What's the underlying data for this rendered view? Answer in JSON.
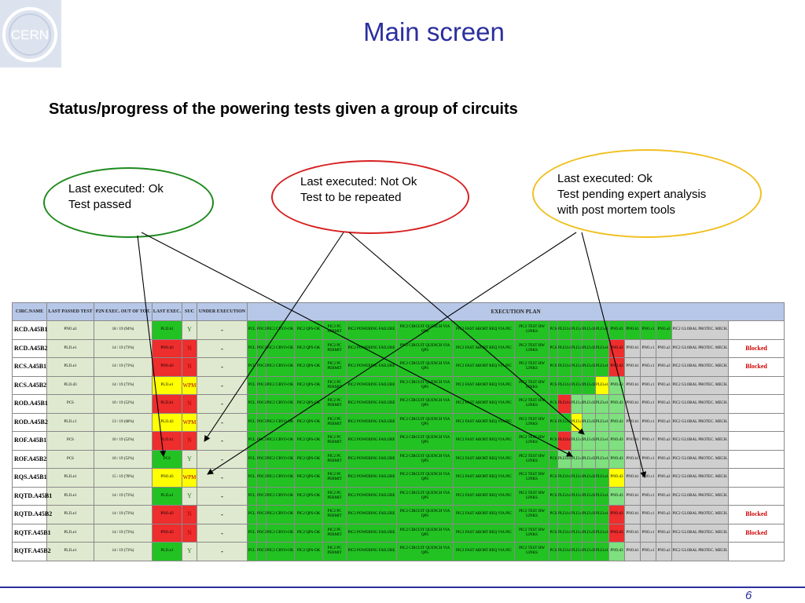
{
  "header": {
    "logo_text": "CERN",
    "title": "Main screen",
    "subtitle": "Status/progress of the powering tests given a group of circuits"
  },
  "callouts": [
    {
      "line1": "Last executed: Ok",
      "line2": "Test passed",
      "line3": "",
      "color": "#1e8a1e"
    },
    {
      "line1": "Last executed:  Not Ok",
      "line2": "Test to be repeated",
      "line3": "",
      "color": "#d62020"
    },
    {
      "line1": "Last executed:  Ok",
      "line2": "Test pending expert analysis",
      "line3": "with post mortem tools",
      "color": "#f0c020"
    }
  ],
  "table": {
    "headers": {
      "name": "CIRC.NAME",
      "last_passed": "LAST PASSED TEST",
      "p2n": "P2N EXEC. OUT OF TOT.",
      "last_exec": "LAST EXEC.",
      "suc": "SUC",
      "under": "UNDER EXECUTION",
      "plan": "EXECUTION PLAN"
    },
    "plan_steps": [
      "PCL",
      "POC3",
      "PIC2 CRYO-OK",
      "PIC2 QPS-OK",
      "PIC2 PC PERMIT",
      "PIC2 POWERING FAILURE",
      "PIC2 CIRCUIT QUENCH VIA QPS",
      "PIC2 FAST ABORT REQ VIA PIC",
      "PIC2 TEST HW LINKS",
      "PCS",
      "PLI3.b1",
      "PLI3.c1",
      "PLI3.d3",
      "PLI3.e1",
      "PNO.d3",
      "PNO.b1",
      "PNO.c1",
      "PNO.a3",
      "PIC2 GLOBAL PROTEC. MECH."
    ],
    "rows": [
      {
        "name": "RCD.A45B1",
        "last_passed": "PNO.a3",
        "p2n": "18 / 19 (94%)",
        "last_exec": "PLI3.b1",
        "suc": "Y",
        "under": "-",
        "blocked": "",
        "states": "GGGGGGGGGGGGGGGGGGX"
      },
      {
        "name": "RCD.A45B2",
        "last_passed": "PLI3.e1",
        "p2n": "14 / 19 (73%)",
        "last_exec": "PNO.d3",
        "suc": "N",
        "under": "-",
        "blocked": "Blocked",
        "states": "GGGGGGGGGGGGGGRXXXX"
      },
      {
        "name": "RCS.A45B1",
        "last_passed": "PLI3.e1",
        "p2n": "14 / 19 (73%)",
        "last_exec": "PNO.d3",
        "suc": "N",
        "under": "-",
        "blocked": "Blocked",
        "states": "GGGGGGGGGGGGGGRXXXX"
      },
      {
        "name": "RCS.A45B2",
        "last_passed": "PLI3.d3",
        "p2n": "14 / 19 (73%)",
        "last_exec": "PLI3.e1",
        "suc": "WPM",
        "under": "-",
        "blocked": "",
        "states": "GGGGGGGGGGGGGYXXXXX"
      },
      {
        "name": "ROD.A45B1",
        "last_passed": "PCS",
        "p2n": "10 / 19 (52%)",
        "last_exec": "PLI3.b1",
        "suc": "N",
        "under": "-",
        "blocked": "",
        "states": "GGGGGGGGGGRXXXXXXXX"
      },
      {
        "name": "ROD.A45B2",
        "last_passed": "PLI3.c1",
        "p2n": "13 / 19 (68%)",
        "last_exec": "PLI3.d3",
        "suc": "WPM",
        "under": "-",
        "blocked": "",
        "states": "GGGGGGGGGGGYXXXXXXX"
      },
      {
        "name": "ROF.A45B1",
        "last_passed": "PCS",
        "p2n": "10 / 19 (52%)",
        "last_exec": "PLI3.b1",
        "suc": "N",
        "under": "-",
        "blocked": "",
        "states": "GGGGGGGGGGRXXXXXXXX"
      },
      {
        "name": "ROF.A45B2",
        "last_passed": "PCS",
        "p2n": "10 / 19 (52%)",
        "last_exec": "PCS",
        "suc": "Y",
        "under": "-",
        "blocked": "",
        "states": "GGGGGGGGGGXXXXXXXXX"
      },
      {
        "name": "RQS.A45B1",
        "last_passed": "PLI3.e1",
        "p2n": "15 / 19 (78%)",
        "last_exec": "PNO.d3",
        "suc": "WPM",
        "under": "-",
        "blocked": "",
        "states": "GGGGGGGGGGGGGGYXXXX"
      },
      {
        "name": "RQTD.A45B1",
        "last_passed": "PLI3.e1",
        "p2n": "14 / 19 (73%)",
        "last_exec": "PLI3.e1",
        "suc": "Y",
        "under": "-",
        "blocked": "",
        "states": "GGGGGGGGGGGGGGXXXXX"
      },
      {
        "name": "RQTD.A45B2",
        "last_passed": "PLI3.e1",
        "p2n": "14 / 19 (73%)",
        "last_exec": "PNO.d3",
        "suc": "N",
        "under": "-",
        "blocked": "Blocked",
        "states": "GGGGGGGGGGGGGGRXXXX"
      },
      {
        "name": "RQTF.A45B1",
        "last_passed": "PLI3.e1",
        "p2n": "14 / 19 (73%)",
        "last_exec": "PNO.d3",
        "suc": "N",
        "under": "-",
        "blocked": "Blocked",
        "states": "GGGGGGGGGGGGGGRXXXX"
      },
      {
        "name": "RQTF.A45B2",
        "last_passed": "PLI3.e1",
        "p2n": "14 / 19 (73%)",
        "last_exec": "PLI3.e1",
        "suc": "Y",
        "under": "-",
        "blocked": "",
        "states": "GGGGGGGGGGGGGGXXXXX"
      }
    ]
  },
  "colors": {
    "ok": "#22c222",
    "not_ok": "#ee2d2d",
    "pending": "#ffff00",
    "not_run": "#cfcfcf",
    "header": "#b7c7e8",
    "accent": "#2b2f9e"
  },
  "footer": {
    "page": "6"
  }
}
